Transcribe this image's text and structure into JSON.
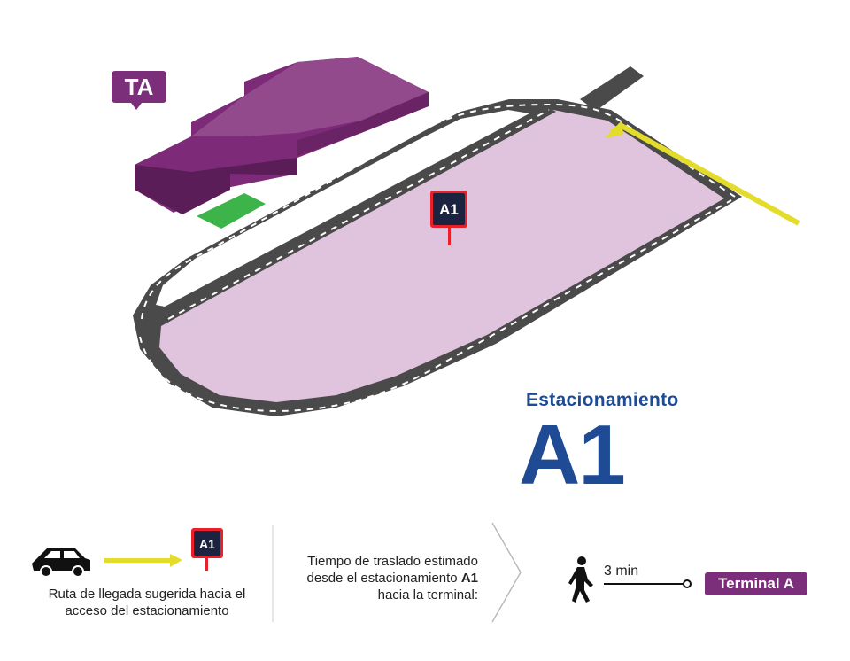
{
  "map": {
    "terminal_tag": "TA",
    "parking_sign": "A1",
    "title": "Estacionamiento",
    "code": "A1"
  },
  "legend": {
    "route_sign": "A1",
    "route_text_line1": "Ruta de llegada sugerida hacia el",
    "route_text_line2": "acceso del estacionamiento",
    "time_text_line1": "Tiempo de traslado estimado",
    "time_text_line2_prefix": "desde el estacionamiento ",
    "time_text_line2_bold": "A1",
    "time_text_line3": "hacia la terminal:",
    "walk_time": "3 min",
    "terminal_label": "Terminal A"
  },
  "colors": {
    "parking_area": "#e0c3dc",
    "road": "#4a4a4a",
    "route_arrow": "#e4dc2a",
    "terminal_building": "#7d2a78",
    "green_zone": "#3cb44a",
    "sign_red": "#e8202a",
    "sign_navy": "#1c2340",
    "title_blue": "#1e4b94"
  },
  "icons": [
    "car-icon",
    "arrow-right-icon",
    "walking-person-icon",
    "chevron-right-icon"
  ]
}
